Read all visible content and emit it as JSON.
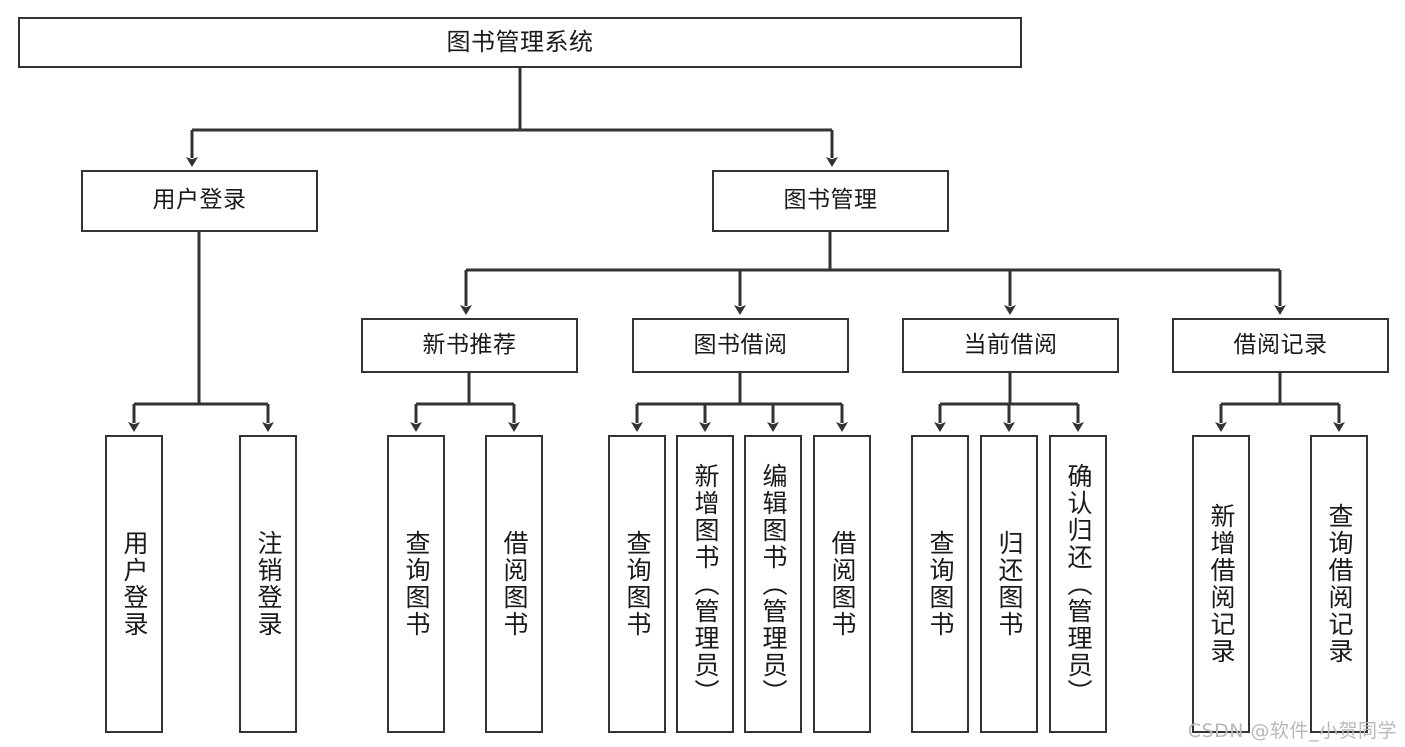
{
  "diagram": {
    "title": "图书管理系统",
    "type": "tree-hierarchy-chart",
    "stroke_color": "#333333",
    "fill_color": "#ffffff",
    "text_color": "#1a1a1a"
  },
  "watermark": {
    "text": "CSDN @软件_小贺同学",
    "color": "#b9b9b9"
  },
  "nodes": {
    "root": {
      "label": "图书管理系统"
    },
    "level2": [
      {
        "label": "用户登录"
      },
      {
        "label": "图书管理"
      }
    ],
    "level3": [
      {
        "label": "新书推荐"
      },
      {
        "label": "图书借阅"
      },
      {
        "label": "当前借阅"
      },
      {
        "label": "借阅记录"
      }
    ],
    "leaves": [
      {
        "label": "用户登录"
      },
      {
        "label": "注销登录"
      },
      {
        "label": "查询图书"
      },
      {
        "label": "借阅图书"
      },
      {
        "label": "查询图书"
      },
      {
        "label": "新增图书（管理员）"
      },
      {
        "label": "编辑图书（管理员）"
      },
      {
        "label": "借阅图书"
      },
      {
        "label": "查询图书"
      },
      {
        "label": "归还图书"
      },
      {
        "label": "确认归还（管理员）"
      },
      {
        "label": "新增借阅记录"
      },
      {
        "label": "查询借阅记录"
      }
    ]
  }
}
